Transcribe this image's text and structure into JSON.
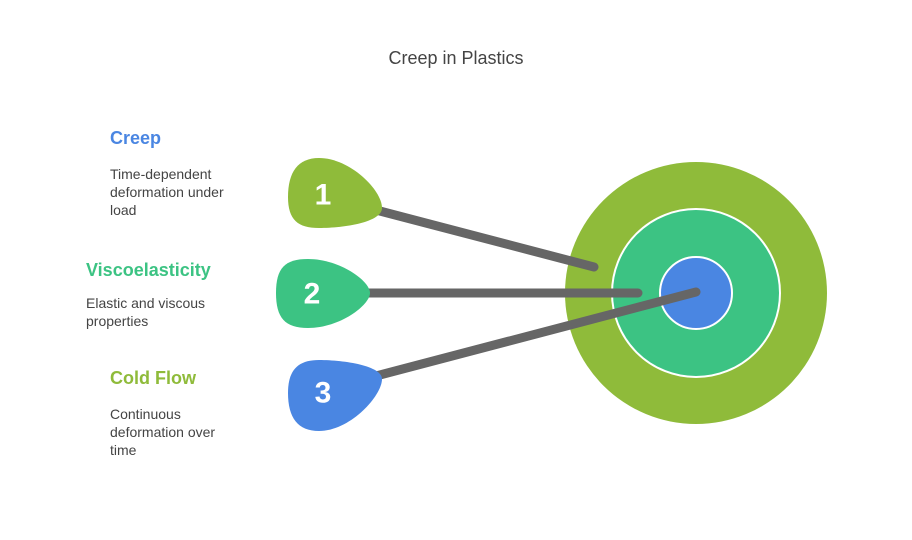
{
  "title": "Creep in Plastics",
  "colors": {
    "green": "#8fbb3a",
    "teal": "#3cc383",
    "blue": "#4a86e2",
    "connector": "#666666",
    "text": "#444444"
  },
  "items": [
    {
      "number": "1",
      "heading": "Creep",
      "description": "Time-dependent deformation under load"
    },
    {
      "number": "2",
      "heading": "Viscoelasticity",
      "description": "Elastic and viscous properties"
    },
    {
      "number": "3",
      "heading": "Cold Flow",
      "description": "Continuous deformation over time"
    }
  ]
}
